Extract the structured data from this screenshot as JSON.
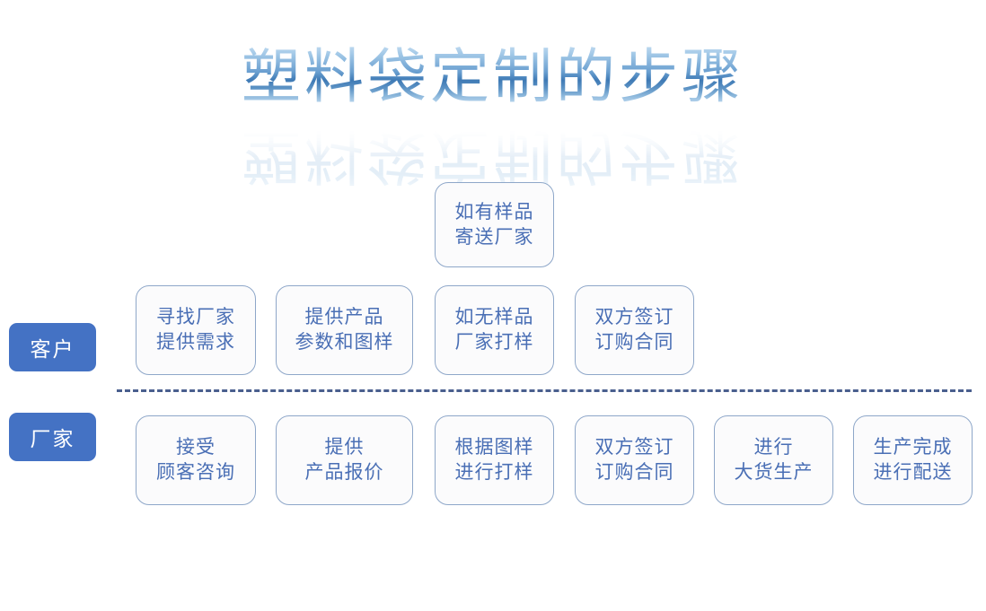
{
  "page": {
    "title": "塑料袋定制的步骤",
    "background_color": "#ffffff",
    "accent_color": "#4472c4",
    "box_text_color": "#4a6fb5",
    "box_border_color": "#8ea7c9",
    "divider_color": "#4a5f8e"
  },
  "roles": {
    "customer": "客户",
    "factory": "厂家"
  },
  "sample_branch": {
    "line1": "如有样品",
    "line2": "寄送厂家"
  },
  "customer_steps": [
    {
      "line1": "寻找厂家",
      "line2": "提供需求"
    },
    {
      "line1": "提供产品",
      "line2": "参数和图样"
    },
    {
      "line1": "如无样品",
      "line2": "厂家打样"
    },
    {
      "line1": "双方签订",
      "line2": "订购合同"
    }
  ],
  "factory_steps": [
    {
      "line1": "接受",
      "line2": "顾客咨询"
    },
    {
      "line1": "提供",
      "line2": "产品报价"
    },
    {
      "line1": "根据图样",
      "line2": "进行打样"
    },
    {
      "line1": "双方签订",
      "line2": "订购合同"
    },
    {
      "line1": "进行",
      "line2": "大货生产"
    },
    {
      "line1": "生产完成",
      "line2": "进行配送"
    }
  ]
}
